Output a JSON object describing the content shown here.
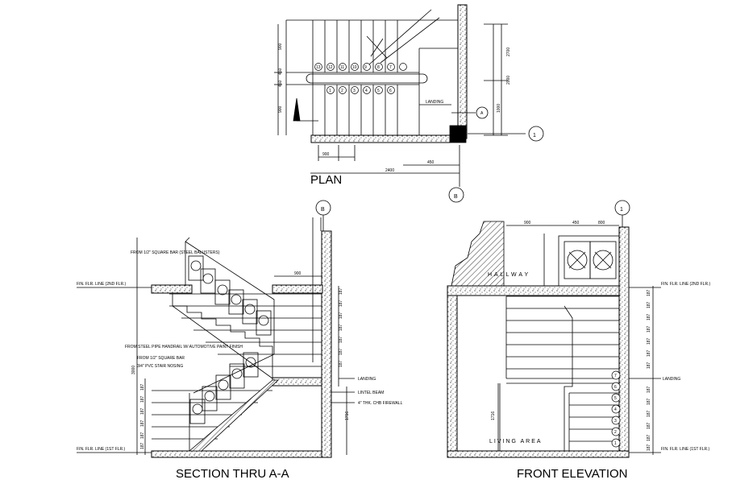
{
  "plan": {
    "caption": "PLAN",
    "grid_1": "1",
    "grid_b": "B",
    "section_mark": "A",
    "landing": "LANDING",
    "dims_right": [
      "2700",
      "2000",
      "1000"
    ],
    "dims_left": [
      "900",
      "450",
      "450",
      "900"
    ],
    "dims_bottom": [
      "900",
      "450",
      "2400"
    ],
    "step_numbers_top": [
      "13",
      "12",
      "11",
      "10",
      "9",
      "8",
      "7"
    ],
    "step_numbers_bottom": [
      "1",
      "2",
      "3",
      "4",
      "5",
      "6"
    ]
  },
  "section": {
    "caption": "SECTION THRU A-A",
    "grid_b": "B",
    "note_square_bar": "FROM 1/2\" SQUARE BAR (STEEL BALUSTERS)",
    "note_handrail": "FROM STEEL PIPE HANDRAIL W/ AUTOMOTIVE PAINT FINISH",
    "note_square_bar_2": "FROM 1/2\" SQUARE BAR",
    "note_pvc": "3/4\" PVC STAIR NOSING",
    "fin_fl_top": "FIN. FLR. LINE (2ND FLR.)",
    "fin_fl_bottom": "FIN. FLR. LINE (1ST FLR.)",
    "landing": "LANDING",
    "lintel": "LINTEL BEAM",
    "thk": "4\" THK. CHB FIREWALL",
    "dim_top": "900",
    "dim_side": "3000",
    "dim_bottom": "1716",
    "riser_labels": [
      "187",
      "187",
      "187",
      "187",
      "187",
      "187",
      "187",
      "187",
      "187",
      "187",
      "187",
      "187",
      "187"
    ]
  },
  "elevation": {
    "caption": "FRONT ELEVATION",
    "grid_1": "1",
    "hallway": "HALLWAY",
    "living": "LIVING AREA",
    "fin_fl_top": "FIN. FLR. LINE (2ND FLR.)",
    "fin_fl_bottom": "FIN. FLR. LINE (1ST FLR.)",
    "landing": "LANDING",
    "dim_top": [
      "900",
      "450",
      "800"
    ],
    "dim_bottom": "1716",
    "step_numbers": [
      "7",
      "6",
      "5",
      "4",
      "3",
      "2",
      "1"
    ],
    "riser_labels": [
      "187",
      "187",
      "187",
      "187",
      "187",
      "187",
      "187",
      "187",
      "187",
      "187",
      "187",
      "187",
      "187"
    ]
  }
}
